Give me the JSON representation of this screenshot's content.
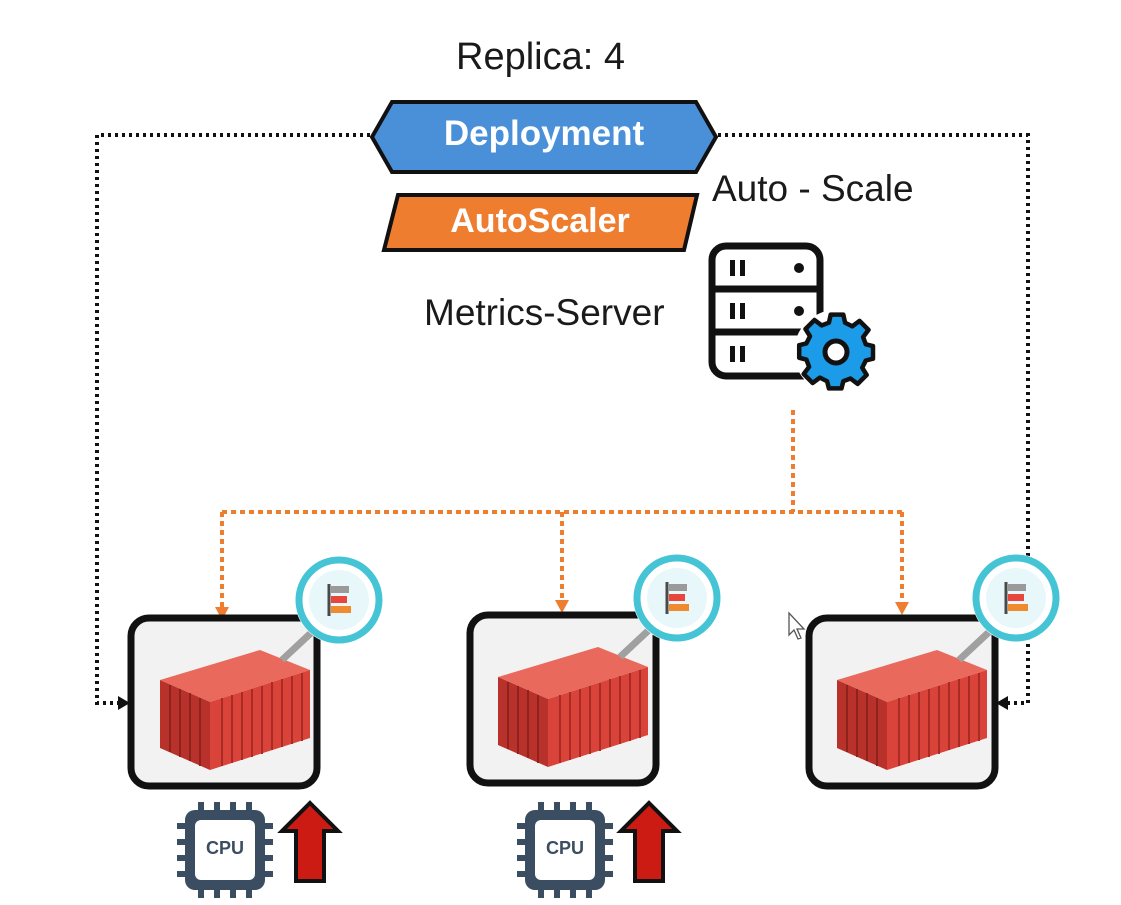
{
  "diagram": {
    "replica_label": "Replica: 4",
    "deployment_label": "Deployment",
    "autoscaler_label": "AutoScaler",
    "autoscale_label": "Auto - Scale",
    "metrics_server_label": "Metrics-Server",
    "pods": [
      {
        "has_cpu": true,
        "cpu_label": "CPU"
      },
      {
        "has_cpu": true,
        "cpu_label": "CPU"
      },
      {
        "has_cpu": false
      }
    ]
  },
  "colors": {
    "deployment": "#4a90d9",
    "autoscaler": "#ee7d2f",
    "gear": "#1b9be8",
    "container": "#d9433a",
    "arrow_up": "#cc1b12",
    "chip": "#3b4d61",
    "metrics_line": "#ee7d2f",
    "control_line": "#111111"
  },
  "icons": {
    "metrics_server": "server-gear-icon",
    "pod": "container-icon",
    "monitor_badge": "magnifier-chart-icon",
    "cpu": "cpu-chip-icon",
    "scale_up": "arrow-up-icon"
  }
}
